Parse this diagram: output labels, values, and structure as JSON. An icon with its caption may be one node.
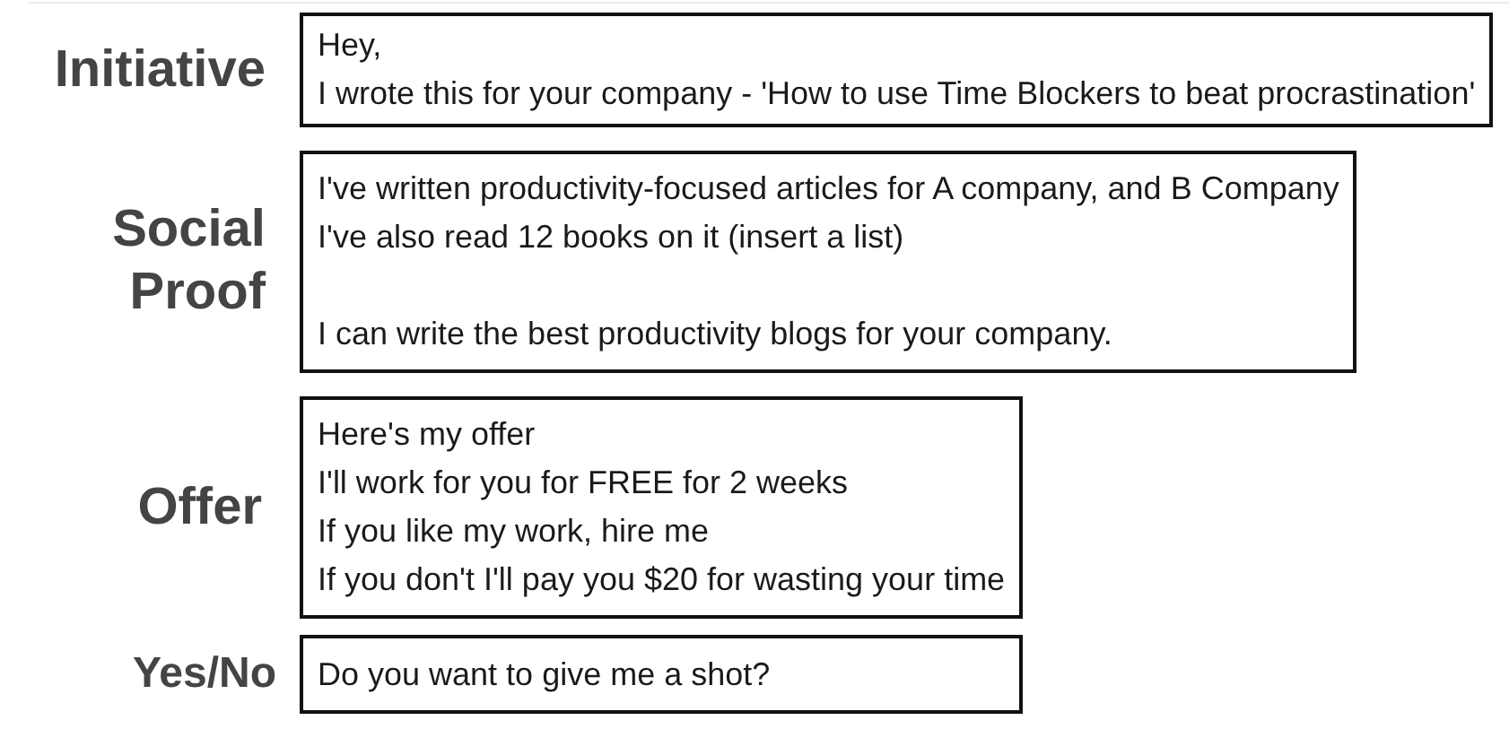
{
  "diagram": {
    "nodes": [
      {
        "text": [
          "Initiative",
          "Hey,",
          "I wrote this for your company - 'How to use Time Blockers to beat procrastination'"
        ]
      },
      {
        "text": [
          "Social Proof",
          "I've written productivity-focused articles for A company, and B Company",
          "I've also read 12 books on it (insert a list)",
          "I can write the best productivity blogs for your company."
        ]
      },
      {
        "text": [
          "Offer",
          "Here's my offer",
          "I'll work for you for FREE for 2 weeks",
          "If you like my work, hire me",
          "If you don't I'll pay you $20 for wasting your time"
        ]
      },
      {
        "text": [
          "Yes/No",
          "Do you want to give me a shot?"
        ]
      }
    ]
  }
}
